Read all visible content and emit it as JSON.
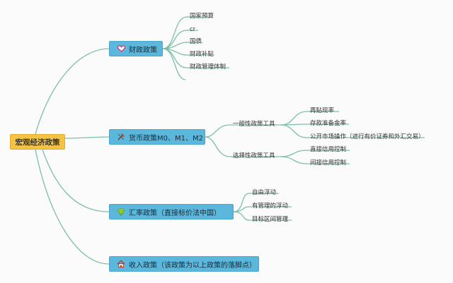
{
  "root": {
    "label": "宏观经济政策"
  },
  "branches": [
    {
      "label": "财政政策",
      "icon": "heart-icon",
      "children": [
        "国家预算",
        "cr",
        "国债",
        "财政补贴",
        "财政管理体制"
      ]
    },
    {
      "label": "货币政策M0、M1、M2",
      "icon": "tools-icon",
      "groups": [
        {
          "label": "一般性政策工具",
          "children": [
            "再贴现率",
            "存款准备金率",
            "公开市场操作（进行有价证券和外汇交易）"
          ]
        },
        {
          "label": "选择性政策工具",
          "children": [
            "直接信用控制",
            "间接信用控制"
          ]
        }
      ]
    },
    {
      "label": "汇率政策（直接标价法中国）",
      "icon": "gem-icon",
      "children": [
        "自由浮动",
        "有管理的浮动",
        "目标区间管理"
      ]
    },
    {
      "label": "收入政策（该政策为以上政策的落脚点）",
      "icon": "home-icon"
    }
  ],
  "colors": {
    "link": "#7cbfa8",
    "root_fill": "#f4c343",
    "branch_fill": "#5bb7dc"
  }
}
